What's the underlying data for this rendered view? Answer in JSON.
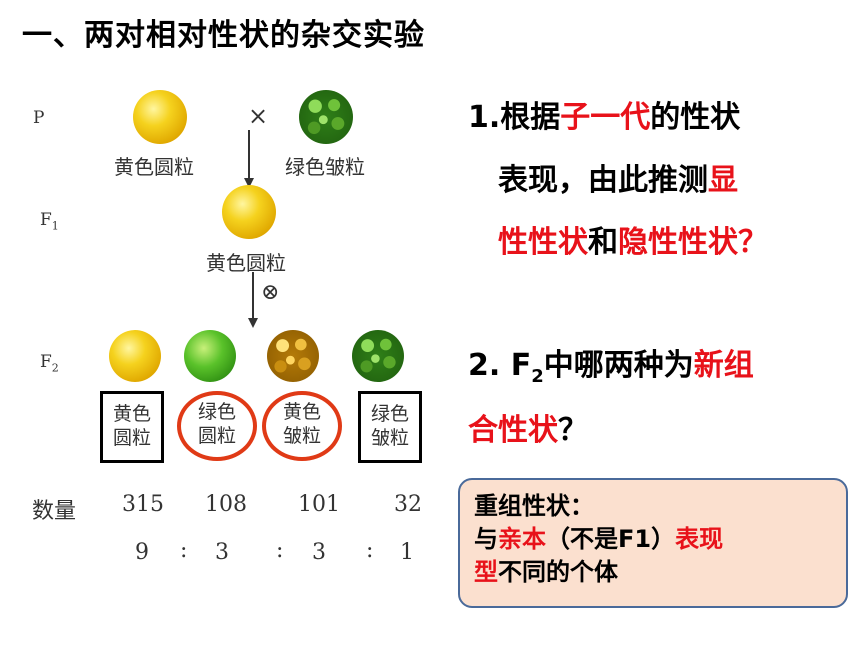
{
  "title": "一、两对相对性状的杂交实验",
  "diagram": {
    "gen_p": "P",
    "gen_f1": "F",
    "gen_f1_sub": "1",
    "gen_f2": "F",
    "gen_f2_sub": "2",
    "cross_symbol": "×",
    "self_symbol": "⊗",
    "p_yellow_round": "黄色圆粒",
    "p_green_wrinkled": "绿色皱粒",
    "f1_label": "黄色圆粒",
    "f2_types": [
      {
        "line1": "黄色",
        "line2": "圆粒",
        "count": "315",
        "ratio": "9"
      },
      {
        "line1": "绿色",
        "line2": "圆粒",
        "count": "108",
        "ratio": "3"
      },
      {
        "line1": "黄色",
        "line2": "皱粒",
        "count": "101",
        "ratio": "3"
      },
      {
        "line1": "绿色",
        "line2": "皱粒",
        "count": "32",
        "ratio": "1"
      }
    ],
    "count_label": "数量",
    "colon": ":"
  },
  "question1": {
    "prefix": "1.根据",
    "red1": "子一代",
    "mid1": "的性状",
    "line2a": "表现，由此推测",
    "red2": "显",
    "red3": "性性状",
    "and": "和",
    "red4": "隐性性状",
    "qmark": "？"
  },
  "question2": {
    "prefix": "2. F",
    "sub": "2",
    "mid": "中哪两种为",
    "red1": "新组",
    "red2": "合性状",
    "qmark": "？"
  },
  "callout": {
    "line1": "重组性状：",
    "line2a": "与",
    "line2red": "亲本",
    "line2b": "（不是F1）",
    "line2red2": "表现",
    "line3red": "型",
    "line3b": "不同的个体"
  },
  "colors": {
    "highlight_red": "#e8121a",
    "oval_red": "#e03a16",
    "callout_bg": "#fbe0cf",
    "callout_border": "#4a6a9a"
  }
}
